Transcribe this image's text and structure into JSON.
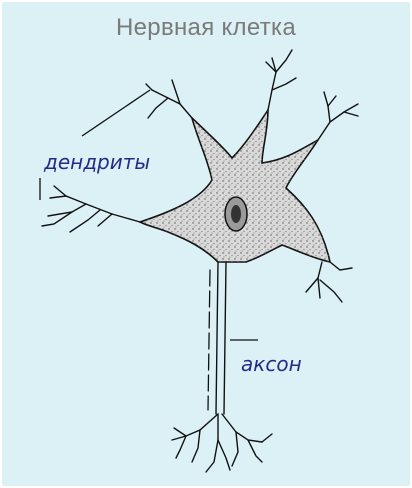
{
  "diagram": {
    "title": "Нервная клетка",
    "labels": {
      "dendrites": "дендриты",
      "axon": "аксон"
    }
  },
  "colors": {
    "background": "#dcf1f6",
    "title": "#7a7a7a",
    "label": "#202c86",
    "cell_body": "#d9d9d9",
    "line": "#111111"
  }
}
